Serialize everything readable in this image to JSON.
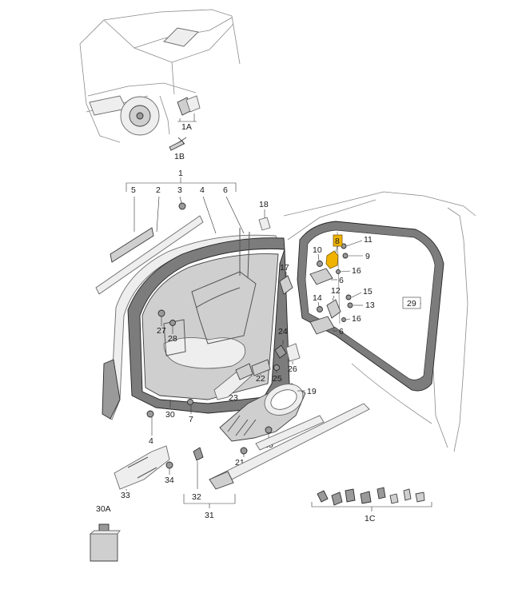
{
  "labels": {
    "1": "1",
    "1A": "1A",
    "1B": "1B",
    "1C": "1C",
    "2": "2",
    "3": "3",
    "4": "4",
    "5": "5",
    "6": "6",
    "7": "7",
    "8": "8",
    "9": "9",
    "10": "10",
    "11": "11",
    "12": "12",
    "13": "13",
    "14": "14",
    "15": "15",
    "16": "16",
    "17": "17",
    "18": "18",
    "19": "19",
    "20": "20",
    "21": "21",
    "22": "22",
    "23": "23",
    "24": "24",
    "25": "25",
    "26": "26",
    "27": "27",
    "28": "28",
    "29": "29",
    "30": "30",
    "30A": "30A",
    "31": "31",
    "32": "32",
    "33": "33",
    "34": "34"
  },
  "colors": {
    "highlight": "#f0b400",
    "line": "#333333",
    "seal": "#7c7c7c",
    "background": "#ffffff"
  }
}
